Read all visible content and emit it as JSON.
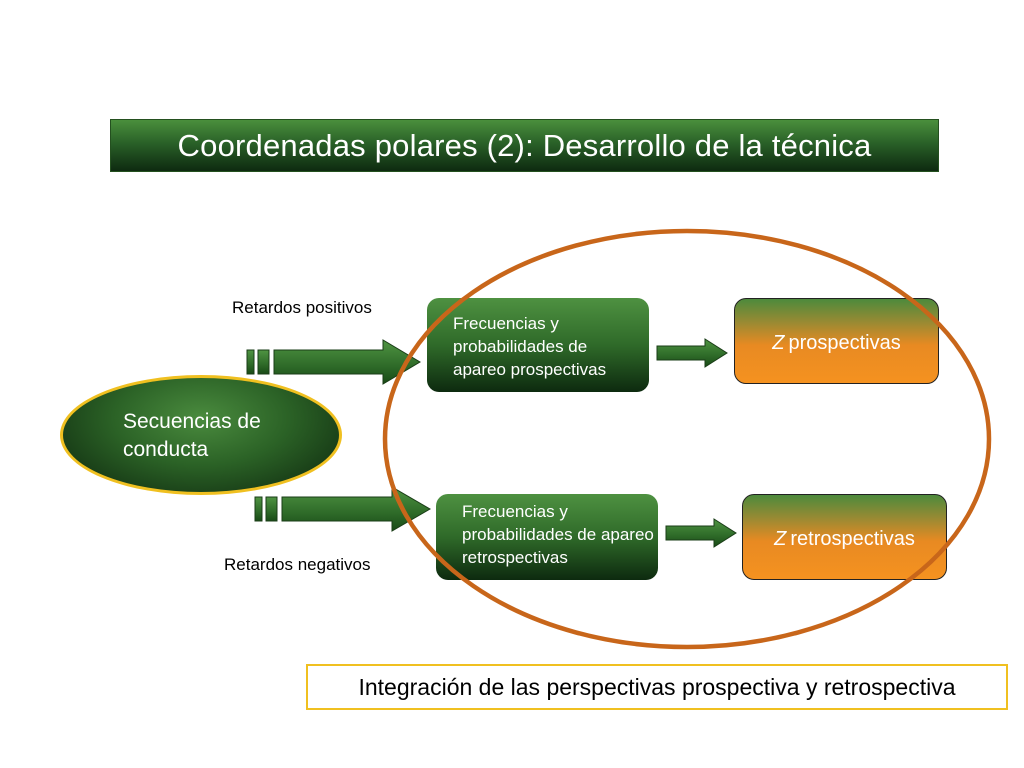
{
  "title": "Coordenadas polares (2): Desarrollo de la técnica",
  "labels": {
    "lags_positive": "Retardos positivos",
    "lags_negative": "Retardos negativos"
  },
  "sequence": "Secuencias de conducta",
  "prospective_box": "Frecuencias y probabilidades de apareo prospectivas",
  "retrospective_box": "Frecuencias y probabilidades de apareo retrospectivas",
  "z_prospective": {
    "z": "Z",
    "text": "prospectivas"
  },
  "z_retrospective": {
    "z": "Z",
    "text": "retrospectivas"
  },
  "footer": "Integración de las perspectivas prospectiva y retrospectiva",
  "colors": {
    "title_green": "#2a6128",
    "box_green": "#2f6a29",
    "orange": "#f59220",
    "circle": "#c8661a",
    "yellow_border": "#f0c020"
  }
}
